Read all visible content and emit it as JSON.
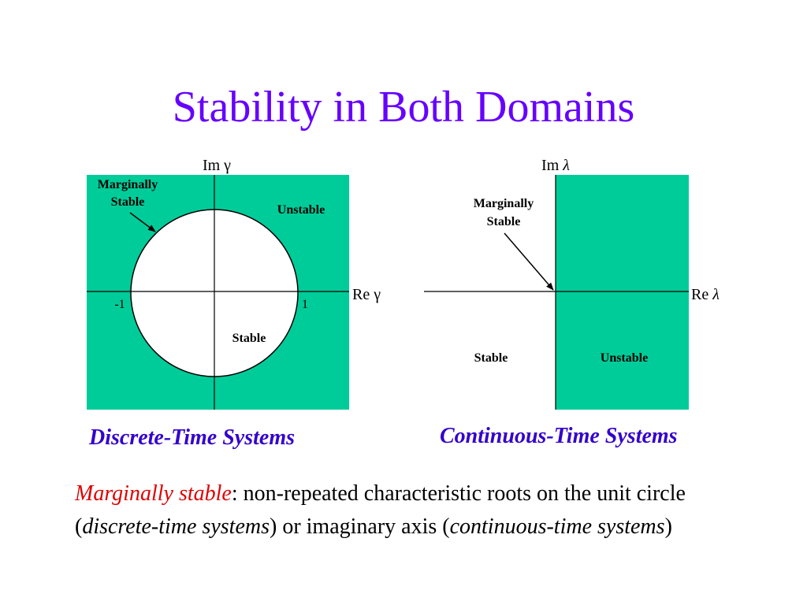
{
  "title": "Stability in Both Domains",
  "colors": {
    "title": "#6600ff",
    "caption": "#3300cc",
    "unstable_region": "#00cc99",
    "highlight": "#e00000"
  },
  "discrete": {
    "caption": "Discrete-Time Systems",
    "im_axis": "Im γ",
    "re_axis": "Re γ",
    "tick_left": "-1",
    "tick_right": "1",
    "marginal_line1": "Marginally",
    "marginal_line2": "Stable",
    "unstable_label": "Unstable",
    "stable_label": "Stable"
  },
  "continuous": {
    "caption": "Continuous-Time Systems",
    "im_axis_prefix": "Im ",
    "im_axis_symbol": "λ",
    "re_axis_prefix": "Re ",
    "re_axis_symbol": "λ",
    "marginal_line1": "Marginally",
    "marginal_line2": "Stable",
    "stable_label": "Stable",
    "unstable_label": "Unstable"
  },
  "footnote": {
    "term": "Marginally stable",
    "part1": ": non-repeated characteristic roots on the unit circle (",
    "italic1": "discrete-time systems",
    "part2": ") or imaginary axis (",
    "italic2": "continuous-time systems",
    "part3": ")"
  }
}
